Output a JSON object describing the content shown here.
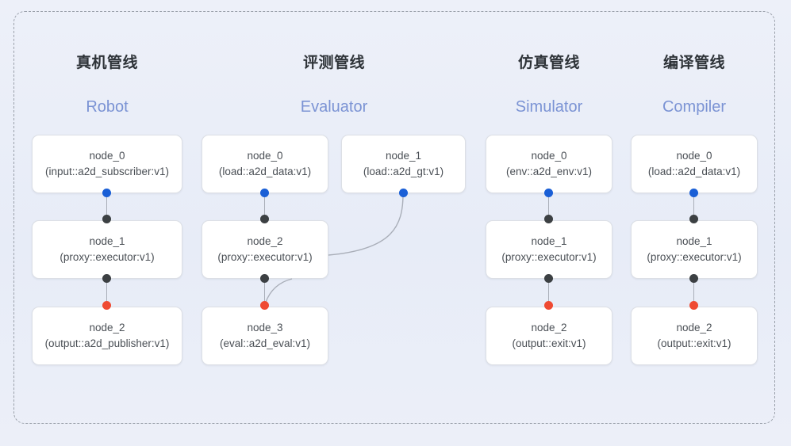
{
  "diagram": {
    "background_color": "#eaeef8",
    "frame_style": "dashed",
    "frame_color": "#9aa0aa",
    "dot_colors": {
      "input": "#1a5fd6",
      "link": "#3c4043",
      "output": "#ef4a32"
    },
    "subtitle_color": "#7b93d4"
  },
  "columns": [
    {
      "title": "真机管线",
      "subtitle": "Robot",
      "nodes": [
        {
          "name": "node_0",
          "kind": "(input::a2d_subscriber:v1)"
        },
        {
          "name": "node_1",
          "kind": "(proxy::executor:v1)"
        },
        {
          "name": "node_2",
          "kind": "(output::a2d_publisher:v1)"
        }
      ]
    },
    {
      "title": "评测管线",
      "subtitle": "Evaluator",
      "nodes": [
        {
          "name": "node_0",
          "kind": "(load::a2d_data:v1)"
        },
        {
          "name": "node_1",
          "kind": "(load::a2d_gt:v1)"
        },
        {
          "name": "node_2",
          "kind": "(proxy::executor:v1)"
        },
        {
          "name": "node_3",
          "kind": "(eval::a2d_eval:v1)"
        }
      ]
    },
    {
      "title": "仿真管线",
      "subtitle": "Simulator",
      "nodes": [
        {
          "name": "node_0",
          "kind": "(env::a2d_env:v1)"
        },
        {
          "name": "node_1",
          "kind": "(proxy::executor:v1)"
        },
        {
          "name": "node_2",
          "kind": "(output::exit:v1)"
        }
      ]
    },
    {
      "title": "编译管线",
      "subtitle": "Compiler",
      "nodes": [
        {
          "name": "node_0",
          "kind": "(load::a2d_data:v1)"
        },
        {
          "name": "node_1",
          "kind": "(proxy::executor:v1)"
        },
        {
          "name": "node_2",
          "kind": "(output::exit:v1)"
        }
      ]
    }
  ]
}
